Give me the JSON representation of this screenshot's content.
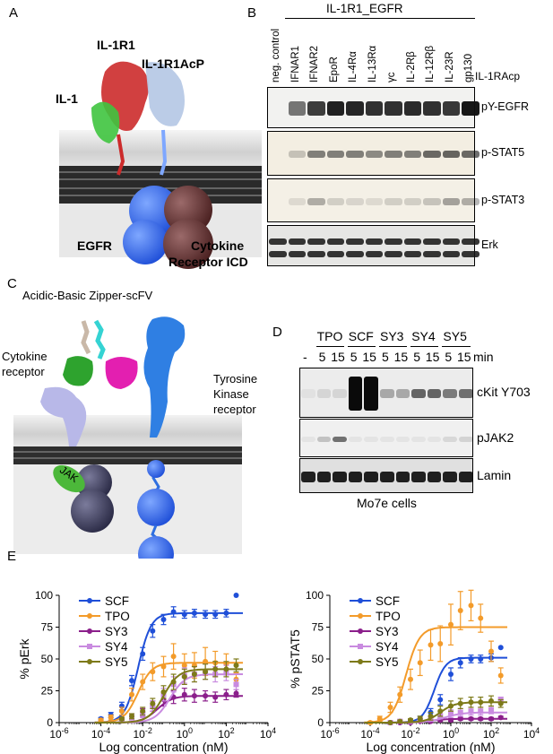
{
  "panelA": {
    "label": "A",
    "il1r1": "IL-1R1",
    "il1r1acp": "IL-1R1AcP",
    "il1": "IL-1",
    "egfr": "EGFR",
    "cytokine": "Cytokine",
    "receptor_icd": "Receptor ICD"
  },
  "panelB": {
    "label": "B",
    "group_header": "IL-1R1_EGFR",
    "lanes": [
      "neg. control",
      "IFNAR1",
      "IFNAR2",
      "EpoR",
      "IL-4Rα",
      "IL-13Rα",
      "γc",
      "IL-2Rβ",
      "IL-12Rβ",
      "IL-23R",
      "gp130"
    ],
    "partner": "IL-1RAcp",
    "blots": [
      {
        "label": "pY-EGFR",
        "bg": "#f2f2f0"
      },
      {
        "label": "p-STAT5",
        "bg": "#f3eee2"
      },
      {
        "label": "p-STAT3",
        "bg": "#f4f0e6"
      },
      {
        "label": "Erk",
        "bg": "#e6e6e4"
      }
    ],
    "band_levels": {
      "pY-EGFR": [
        0.0,
        0.55,
        0.8,
        0.92,
        0.9,
        0.85,
        0.85,
        0.88,
        0.85,
        0.82,
        0.97
      ],
      "p-STAT5": [
        0.0,
        0.2,
        0.5,
        0.5,
        0.5,
        0.45,
        0.5,
        0.5,
        0.6,
        0.62,
        0.6
      ],
      "p-STAT3": [
        0.0,
        0.1,
        0.3,
        0.15,
        0.12,
        0.1,
        0.15,
        0.15,
        0.2,
        0.35,
        0.3
      ],
      "Erk": [
        0.85,
        0.85,
        0.85,
        0.85,
        0.85,
        0.85,
        0.85,
        0.85,
        0.85,
        0.85,
        0.85
      ]
    }
  },
  "panelC": {
    "label": "C",
    "zipper": "Acidic-Basic Zipper-scFV",
    "cyt1": "Cytokine",
    "cyt2": "receptor",
    "tyr1": "Tyrosine",
    "tyr2": "Kinase",
    "tyr3": "receptor",
    "jak": "JAK"
  },
  "panelD": {
    "label": "D",
    "groups": [
      "TPO",
      "SCF",
      "SY3",
      "SY4",
      "SY5"
    ],
    "times": [
      "-",
      "5",
      "15",
      "5",
      "15",
      "5",
      "15",
      "5",
      "15",
      "5",
      "15"
    ],
    "unit": "min",
    "blots": [
      {
        "label": "cKit Y703",
        "bg": "#ececec"
      },
      {
        "label": "pJAK2",
        "bg": "#f0f0f0"
      },
      {
        "label": "Lamin",
        "bg": "#e0e0e0"
      }
    ],
    "band_levels": {
      "cKit Y703": [
        0.05,
        0.1,
        0.1,
        1.0,
        1.0,
        0.3,
        0.3,
        0.6,
        0.6,
        0.5,
        0.55
      ],
      "pJAK2": [
        0.05,
        0.2,
        0.55,
        0.05,
        0.05,
        0.05,
        0.05,
        0.05,
        0.05,
        0.1,
        0.12
      ],
      "Lamin": [
        0.9,
        0.9,
        0.9,
        0.9,
        0.9,
        0.9,
        0.9,
        0.9,
        0.9,
        0.9,
        0.9
      ]
    },
    "cells": "Mo7e cells"
  },
  "panelE": {
    "label": "E"
  },
  "chart_data": [
    {
      "type": "scatter",
      "xlabel": "Log concentration (nM)",
      "ylabel": "% pErk",
      "xscale": "log",
      "xlim": [
        1e-06,
        10000
      ],
      "ylim": [
        0,
        100
      ],
      "xticks": [
        "10-6",
        "10-4",
        "10-2",
        "100",
        "102",
        "104"
      ],
      "yticks": [
        "0",
        "25",
        "50",
        "75",
        "100"
      ],
      "legend": "top-left",
      "series": [
        {
          "name": "SCF",
          "color": "#1f4fd8",
          "top": 86,
          "ec50": 0.006,
          "hill": 1.4,
          "x": [
            0.0001,
            0.0003,
            0.001,
            0.003,
            0.01,
            0.03,
            0.1,
            0.3,
            1,
            3,
            10,
            30,
            100,
            300
          ],
          "y": [
            3,
            6,
            13,
            33,
            54,
            72,
            81,
            87,
            85,
            86,
            85,
            85,
            86,
            100
          ],
          "err": [
            1,
            2,
            3,
            4,
            5,
            5,
            4,
            4,
            3,
            3,
            3,
            3,
            3,
            0
          ]
        },
        {
          "name": "TPO",
          "color": "#f39b2a",
          "top": 47,
          "ec50": 0.006,
          "hill": 1.3,
          "x": [
            0.0001,
            0.0003,
            0.001,
            0.003,
            0.01,
            0.03,
            0.1,
            0.3,
            1,
            3,
            10,
            30,
            100,
            300
          ],
          "y": [
            2,
            4,
            9,
            22,
            32,
            40,
            44,
            52,
            45,
            45,
            48,
            47,
            46,
            34
          ],
          "err": [
            1,
            2,
            3,
            5,
            6,
            7,
            8,
            10,
            9,
            10,
            11,
            9,
            8,
            5
          ]
        },
        {
          "name": "SY3",
          "color": "#8b1f8b",
          "top": 21,
          "ec50": 0.05,
          "hill": 1.2,
          "x": [
            0.001,
            0.003,
            0.01,
            0.03,
            0.1,
            0.3,
            1,
            3,
            10,
            30,
            100,
            300
          ],
          "y": [
            3,
            5,
            8,
            13,
            18,
            20,
            22,
            21,
            21,
            20,
            22,
            23
          ],
          "err": [
            1,
            2,
            3,
            4,
            5,
            5,
            5,
            5,
            4,
            4,
            4,
            3
          ]
        },
        {
          "name": "SY4",
          "color": "#c98be0",
          "top": 38,
          "ec50": 0.2,
          "hill": 1.2,
          "x": [
            0.001,
            0.003,
            0.01,
            0.03,
            0.1,
            0.3,
            1,
            3,
            10,
            30,
            100,
            300
          ],
          "y": [
            2,
            4,
            7,
            13,
            22,
            30,
            37,
            38,
            40,
            38,
            39,
            30
          ],
          "err": [
            1,
            2,
            3,
            4,
            5,
            6,
            6,
            6,
            6,
            6,
            6,
            4
          ]
        },
        {
          "name": "SY5",
          "color": "#7d7a19",
          "top": 42,
          "ec50": 0.1,
          "hill": 1.2,
          "x": [
            0.001,
            0.003,
            0.01,
            0.03,
            0.1,
            0.3,
            1,
            3,
            10,
            30,
            100,
            300
          ],
          "y": [
            3,
            5,
            9,
            15,
            24,
            32,
            36,
            38,
            40,
            42,
            42,
            45
          ],
          "err": [
            1,
            2,
            3,
            4,
            5,
            6,
            6,
            6,
            6,
            6,
            6,
            5
          ]
        }
      ]
    },
    {
      "type": "scatter",
      "xlabel": "Log concentration (nM)",
      "ylabel": "% pSTAT5",
      "xscale": "log",
      "xlim": [
        1e-06,
        10000
      ],
      "ylim": [
        0,
        100
      ],
      "xticks": [
        "10-6",
        "10-4",
        "10-2",
        "100",
        "102",
        "104"
      ],
      "yticks": [
        "0",
        "25",
        "50",
        "75",
        "100"
      ],
      "legend": "top-left",
      "series": [
        {
          "name": "SCF",
          "color": "#1f4fd8",
          "top": 51,
          "ec50": 0.15,
          "hill": 1.5,
          "x": [
            0.001,
            0.003,
            0.01,
            0.03,
            0.1,
            0.3,
            1,
            3,
            10,
            30,
            100,
            300
          ],
          "y": [
            0,
            0,
            1,
            3,
            8,
            18,
            38,
            47,
            50,
            50,
            51,
            59
          ],
          "err": [
            0,
            0,
            1,
            2,
            3,
            4,
            5,
            4,
            3,
            3,
            3,
            0
          ]
        },
        {
          "name": "TPO",
          "color": "#f39b2a",
          "top": 75,
          "ec50": 0.006,
          "hill": 1.3,
          "x": [
            0.0001,
            0.0003,
            0.001,
            0.003,
            0.01,
            0.03,
            0.1,
            0.3,
            1,
            3,
            10,
            30,
            100,
            300
          ],
          "y": [
            0,
            3,
            12,
            22,
            34,
            47,
            61,
            62,
            77,
            88,
            92,
            82,
            56,
            37
          ],
          "err": [
            1,
            2,
            4,
            6,
            8,
            10,
            12,
            14,
            16,
            15,
            12,
            11,
            8,
            6
          ]
        },
        {
          "name": "SY3",
          "color": "#8b1f8b",
          "top": 3,
          "ec50": 0.1,
          "hill": 1,
          "x": [
            0.001,
            0.003,
            0.01,
            0.03,
            0.1,
            0.3,
            1,
            3,
            10,
            30,
            100,
            300
          ],
          "y": [
            0,
            0,
            0,
            1,
            1,
            2,
            2,
            3,
            3,
            3,
            3,
            4
          ],
          "err": [
            0,
            0,
            1,
            1,
            1,
            1,
            1,
            1,
            1,
            1,
            1,
            1
          ]
        },
        {
          "name": "SY4",
          "color": "#c98be0",
          "top": 8,
          "ec50": 0.5,
          "hill": 1,
          "x": [
            0.001,
            0.003,
            0.01,
            0.03,
            0.1,
            0.3,
            1,
            3,
            10,
            30,
            100,
            300
          ],
          "y": [
            0,
            1,
            1,
            2,
            3,
            5,
            7,
            8,
            9,
            9,
            10,
            18
          ],
          "err": [
            0,
            1,
            1,
            1,
            2,
            2,
            3,
            3,
            3,
            3,
            3,
            2
          ]
        },
        {
          "name": "SY5",
          "color": "#7d7a19",
          "top": 16,
          "ec50": 0.3,
          "hill": 1.2,
          "x": [
            0.001,
            0.003,
            0.01,
            0.03,
            0.1,
            0.3,
            1,
            3,
            10,
            30,
            100,
            300
          ],
          "y": [
            0,
            1,
            2,
            3,
            5,
            9,
            13,
            15,
            16,
            16,
            17,
            15
          ],
          "err": [
            0,
            1,
            1,
            2,
            3,
            4,
            4,
            4,
            4,
            4,
            4,
            3
          ]
        }
      ]
    }
  ]
}
